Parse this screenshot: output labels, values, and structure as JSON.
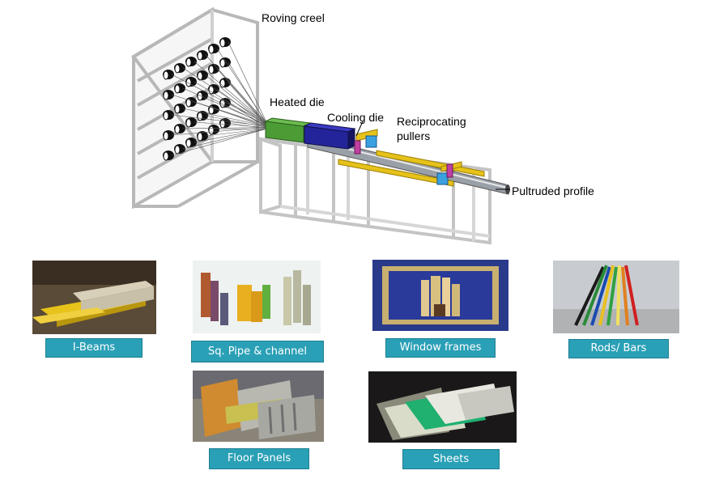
{
  "labels": {
    "roving_creel": "Roving creel",
    "heated_die": "Heated die",
    "cooling_die": "Cooling die",
    "reciprocating_1": "Reciprocating",
    "reciprocating_2": "pullers",
    "pultruded_profile": "Pultruded profile"
  },
  "products": [
    {
      "label": "I-Beams"
    },
    {
      "label": "Sq. Pipe & channel"
    },
    {
      "label": "Window frames"
    },
    {
      "label": "Rods/ Bars"
    },
    {
      "label": "Floor Panels"
    },
    {
      "label": "Sheets"
    }
  ],
  "colors": {
    "caption_bg": "#2aa0b6",
    "heated_die": "#3a8a2a",
    "cooling_die": "#1e1e8a",
    "puller_rail": "#e6c21a",
    "puller_block": "#3aa0e0",
    "clamp": "#c040a0"
  }
}
